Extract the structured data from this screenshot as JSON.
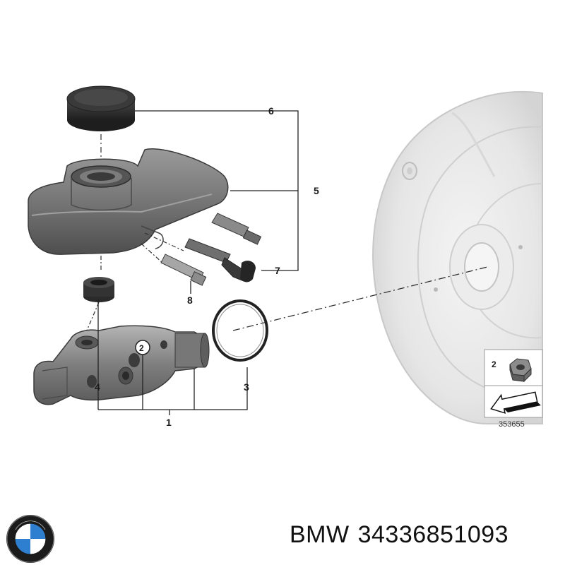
{
  "diagram": {
    "callouts": [
      "1",
      "2",
      "3",
      "4",
      "5",
      "6",
      "7",
      "8"
    ],
    "inset": {
      "callout": "2",
      "code": "353655"
    }
  },
  "footer": {
    "brand": "BMW",
    "part_number": "34336851093"
  },
  "colors": {
    "part_shade": "#8a8a8a",
    "booster": "#e8e8e8",
    "line": "#222222",
    "text": "#111111"
  },
  "icons": [
    "bmw-roundel-icon",
    "hex-nut-icon",
    "direction-arrow-icon"
  ]
}
